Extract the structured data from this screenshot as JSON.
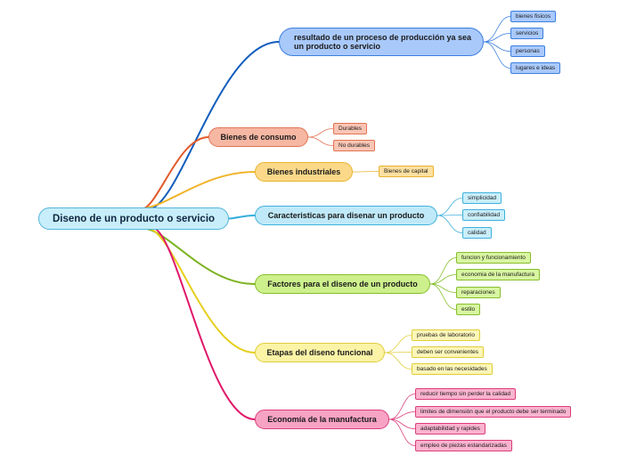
{
  "root": {
    "label": "Diseno de un producto o servicio"
  },
  "branches": [
    {
      "label": "resultado de un proceso de producción ya sea un producto o servicio",
      "line_color": "#0f5cbd",
      "fill": "#a9c9fb",
      "border": "#3c7fde",
      "leaf_fill": "#a9c9fb",
      "leaves": [
        "bienes fisicos",
        "servicios",
        "personas",
        "lugares e ideas"
      ]
    },
    {
      "label": "Bienes de consumo",
      "line_color": "#e25a2a",
      "fill": "#f6b7a3",
      "border": "#e27453",
      "leaf_fill": "#fac5b4",
      "leaves": [
        "Durables",
        "No durables"
      ]
    },
    {
      "label": "Bienes industriales",
      "line_color": "#f0b42a",
      "fill": "#fbd989",
      "border": "#e8b330",
      "leaf_fill": "#fde0a0",
      "leaves": [
        "Bienes de capital"
      ]
    },
    {
      "label": "Caracteristicas para disenar un producto",
      "line_color": "#33aedc",
      "fill": "#bfe9f8",
      "border": "#3fb1dc",
      "leaf_fill": "#c9eefa",
      "leaves": [
        "simplicidad",
        "confiabilidad",
        "calidad"
      ]
    },
    {
      "label": "Factores para el diseno de un producto",
      "line_color": "#7db321",
      "fill": "#cdf08c",
      "border": "#87be2c",
      "leaf_fill": "#d8f5a2",
      "leaves": [
        "funcion y funcionamiento",
        "economia de la manufactura",
        "reparaciones",
        "estilo"
      ]
    },
    {
      "label": "Etapas del diseno funcional",
      "line_color": "#e6cf1c",
      "fill": "#fbf3a6",
      "border": "#e1cd38",
      "leaf_fill": "#fcf6b8",
      "leaves": [
        "pruebas de laboratorio",
        "deben ser convenientes",
        "basado en las necesidades"
      ]
    },
    {
      "label": "Economía de la manufactura",
      "line_color": "#e0166a",
      "fill": "#f7a3c4",
      "border": "#dc3e7c",
      "leaf_fill": "#f9b3ce",
      "leaves": [
        "reducir tiempo sin perder la calidad",
        "limites de dimensión que el producto debe ser terminado",
        "adaptabilidad y rapides",
        "empleo de piezas estandarizadas"
      ]
    }
  ]
}
